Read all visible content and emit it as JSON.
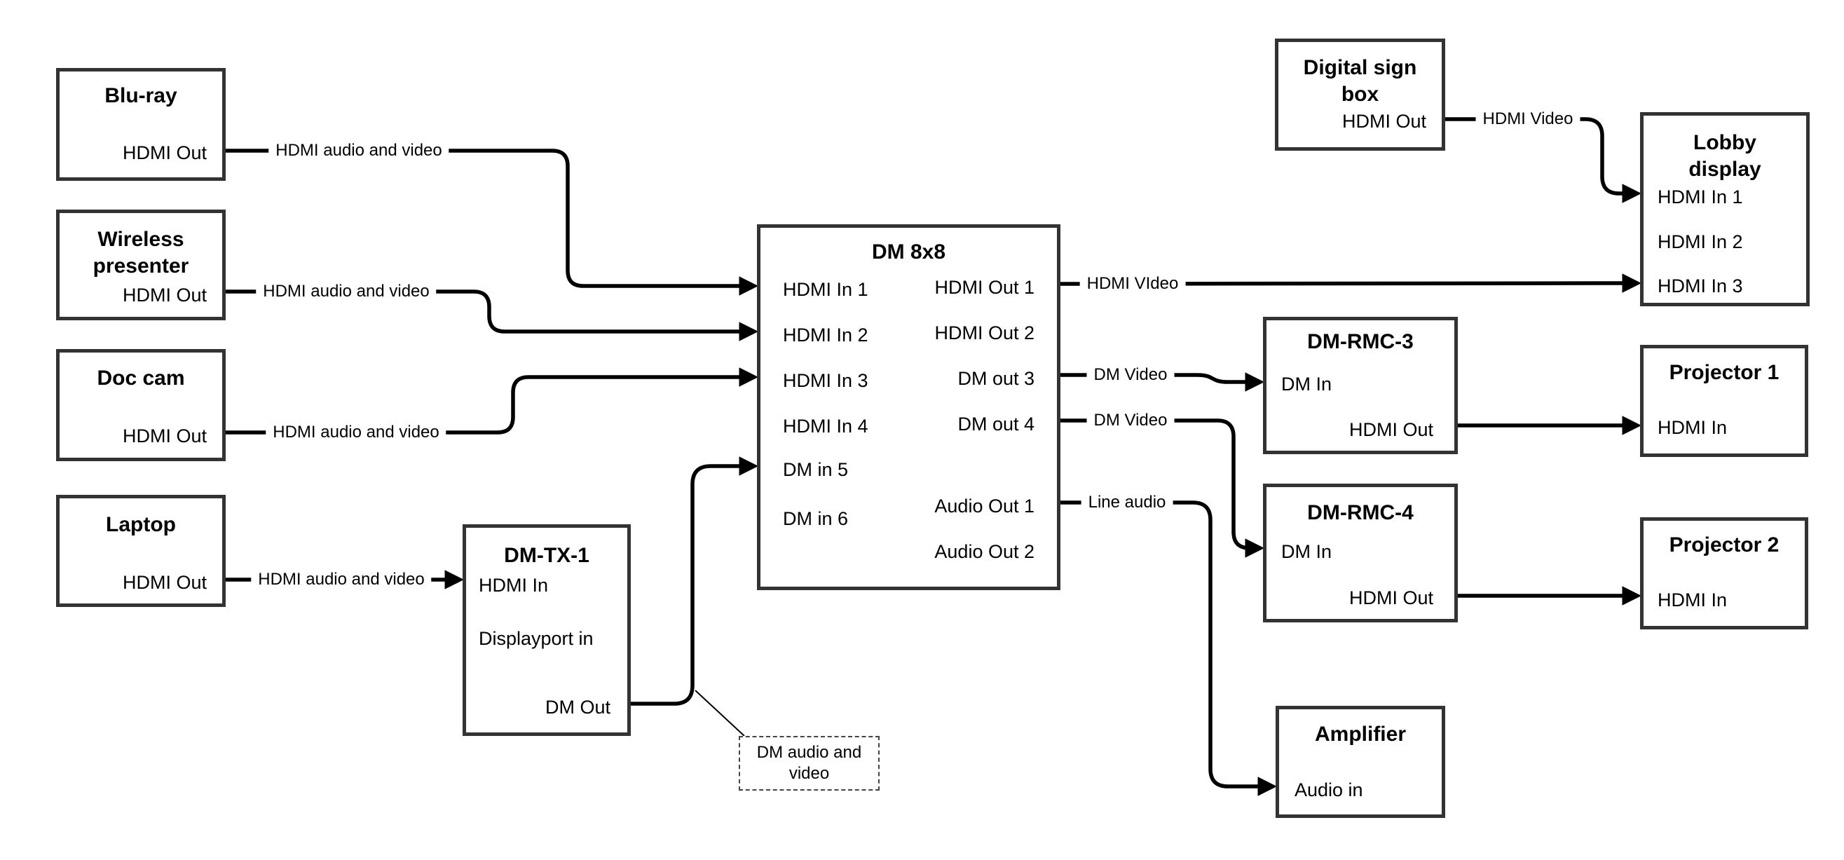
{
  "nodes": {
    "bluray": {
      "title": "Blu-ray",
      "port": "HDMI Out"
    },
    "wireless": {
      "title": "Wireless presenter",
      "port": "HDMI Out"
    },
    "doccam": {
      "title": "Doc cam",
      "port": "HDMI Out"
    },
    "laptop": {
      "title": "Laptop",
      "port": "HDMI Out"
    },
    "dmtx1": {
      "title": "DM-TX-1",
      "port_hdmi_in": "HDMI In",
      "port_displayport_in": "Displayport in",
      "port_dm_out": "DM Out"
    },
    "dm8x8": {
      "title": "DM 8x8",
      "inputs": [
        "HDMI In 1",
        "HDMI In 2",
        "HDMI In 3",
        "HDMI In 4",
        "DM in 5",
        "DM in 6"
      ],
      "outputs": [
        "HDMI Out 1",
        "HDMI Out 2",
        "DM out 3",
        "DM out 4",
        "Audio Out 1",
        "Audio Out 2"
      ]
    },
    "digitalsign": {
      "title": "Digital sign box",
      "port": "HDMI Out"
    },
    "lobby": {
      "title": "Lobby display",
      "ports": [
        "HDMI In 1",
        "HDMI In 2",
        "HDMI In 3"
      ]
    },
    "dmrmc3": {
      "title": "DM-RMC-3",
      "port_dm_in": "DM In",
      "port_hdmi_out": "HDMI Out"
    },
    "proj1": {
      "title": "Projector 1",
      "port": "HDMI In"
    },
    "dmrmc4": {
      "title": "DM-RMC-4",
      "port_dm_in": "DM In",
      "port_hdmi_out": "HDMI Out"
    },
    "proj2": {
      "title": "Projector 2",
      "port": "HDMI In"
    },
    "amplifier": {
      "title": "Amplifier",
      "port": "Audio in"
    }
  },
  "wire_labels": {
    "bluray_to_dm8x8": "HDMI audio and video",
    "wireless_to_dm8x8": "HDMI audio and video",
    "doccam_to_dm8x8": "HDMI audio and video",
    "laptop_to_dmtx1": "HDMI audio and video",
    "hdmi_out_1": "HDMI VIdeo",
    "dm_out_3": "DM Video",
    "dm_out_4": "DM Video",
    "audio_out_1": "Line audio",
    "digitalsign_to_lobby": "HDMI Video"
  },
  "note": {
    "text": "DM audio and video"
  },
  "colors": {
    "wire": "#000000",
    "box_border": "#333333",
    "background": "#ffffff",
    "text": "#000000"
  }
}
